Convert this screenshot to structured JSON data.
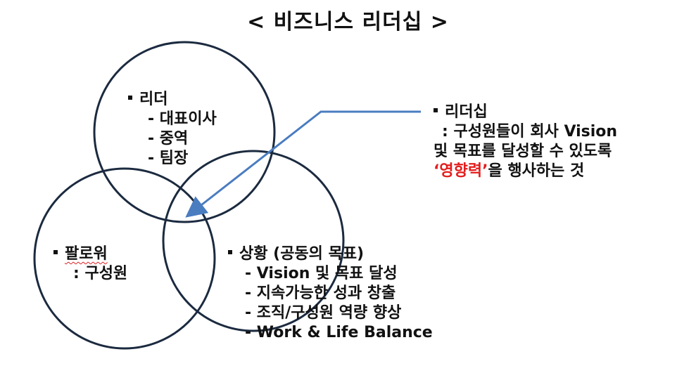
{
  "title": "< 비즈니스 리더십 >",
  "leader": {
    "heading": "리더",
    "items": [
      "- 대표이사",
      "- 중역",
      "- 팀장"
    ]
  },
  "follower": {
    "heading": "팔로워",
    "desc": ": 구성원"
  },
  "situation": {
    "heading": "상황 (공동의 목표)",
    "items": [
      "- Vision 및 목표 달성",
      "- 지속가능한 성과 창출",
      "- 조직/구성원 역량 향상",
      "- Work & Life Balance"
    ]
  },
  "definition": {
    "heading": "리더십",
    "line1": ": 구성원들이 회사 Vision",
    "line2": "및 목표를 달성할 수 있도록",
    "emphasis": "‘영향력’",
    "line3_rest": "을 행사하는 것"
  },
  "colors": {
    "circle_stroke": "#1b2a3f",
    "arrow": "#4a7cc0",
    "emphasis": "#e31c1c"
  }
}
